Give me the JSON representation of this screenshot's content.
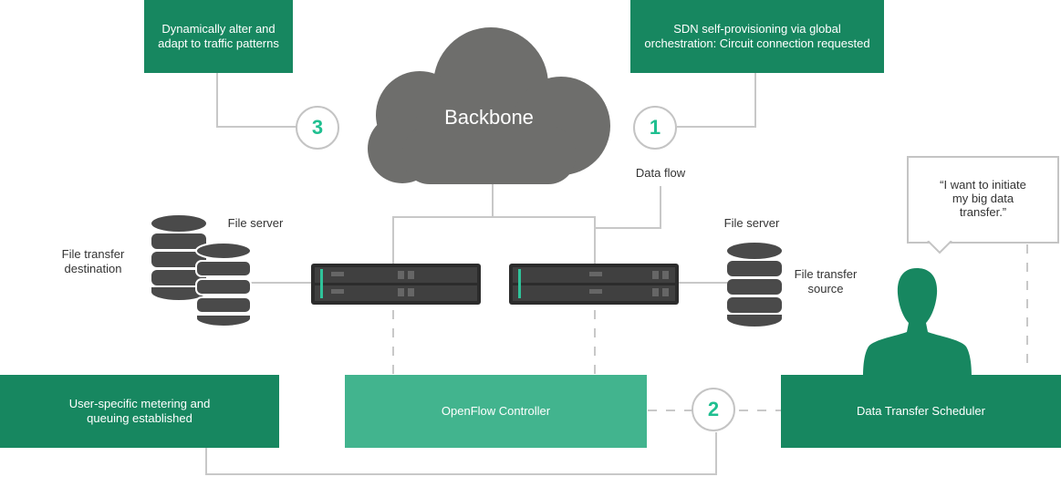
{
  "boxes": {
    "top_left": "Dynamically alter and adapt to traffic patterns",
    "top_right": "SDN self-provisioning via global orchestration: Circuit connection requested",
    "bottom_left": "User-specific metering and queuing established",
    "controller": "OpenFlow Controller",
    "scheduler": "Data Transfer Scheduler"
  },
  "cloud": {
    "label": "Backbone"
  },
  "steps": {
    "one": "1",
    "two": "2",
    "three": "3"
  },
  "labels": {
    "data_flow": "Data flow",
    "file_server_left": "File server",
    "file_server_right": "File server",
    "destination": "File transfer destination",
    "source": "File transfer source"
  },
  "speech": "“I want to initiate my big data transfer.”",
  "colors": {
    "dark_green": "#178760",
    "light_green": "#42b48e",
    "accent": "#1fbf90",
    "cloud": "#6e6e6c",
    "line": "#c4c4c4"
  }
}
